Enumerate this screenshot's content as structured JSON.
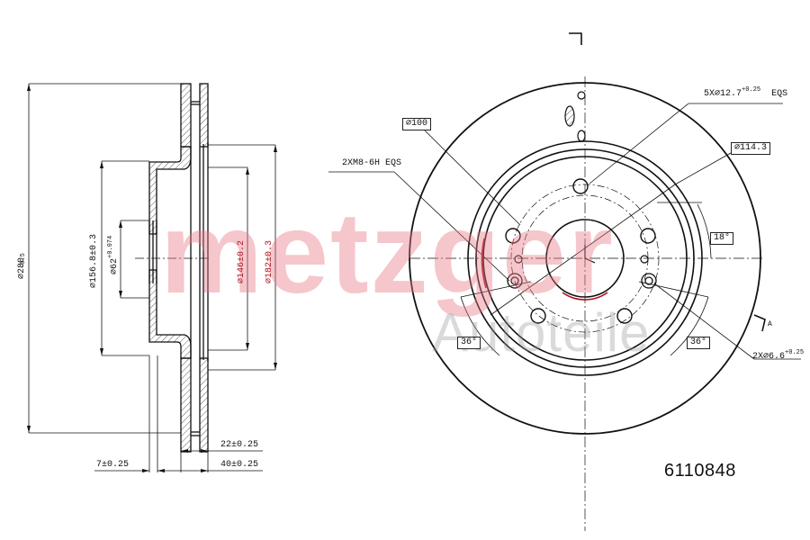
{
  "part_number": "6110848",
  "watermark": {
    "brand": "metzger",
    "subtitle": "Autoteile"
  },
  "side_view": {
    "dimensions": {
      "outer_diameter": "⌀280",
      "outer_diameter_tol_upper": "0",
      "outer_diameter_tol_lower": "-0.5",
      "hat_diameter": "⌀156.8±0.3",
      "center_bore": "⌀62",
      "center_bore_tol_upper": "+0.074",
      "center_bore_tol_lower": "0",
      "inner_friction_diameter": "⌀146±0.2",
      "vent_diameter": "⌀182±0.3",
      "disc_thickness": "22±0.25",
      "hat_flange_thickness": "7±0.25",
      "total_height": "40±0.25"
    }
  },
  "front_view": {
    "section_marker_top": "",
    "section_marker_right": "A",
    "callouts": {
      "pcd_100": "⌀100",
      "pcd_114": "⌀114.3",
      "stud_holes": "5X⌀12.7",
      "stud_holes_tol_upper": "+0.25",
      "stud_holes_tol_lower": "0",
      "stud_holes_suffix": "EQS",
      "threaded_holes": "2XM8-6H EQS",
      "locating_holes": "2X⌀6.6",
      "locating_holes_tol_upper": "+0.25",
      "locating_holes_tol_lower": "0",
      "angle_18": "18°",
      "angle_36_left": "36°",
      "angle_36_right": "36°"
    }
  },
  "colors": {
    "line": "#111111",
    "accent_red": "#b01020",
    "watermark_red": "#e67882",
    "watermark_gray": "#969696"
  }
}
